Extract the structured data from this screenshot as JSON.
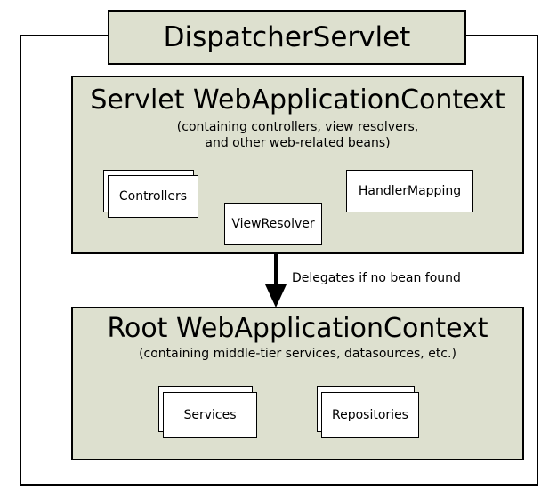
{
  "dispatcher": {
    "title": "DispatcherServlet"
  },
  "servlet_context": {
    "title": "Servlet WebApplicationContext",
    "subtitle_line1": "(containing controllers, view resolvers,",
    "subtitle_line2": "and other web-related beans)",
    "beans": {
      "controllers": "Controllers",
      "view_resolver": "ViewResolver",
      "handler_mapping": "HandlerMapping"
    }
  },
  "delegation": {
    "label": "Delegates if no bean found"
  },
  "root_context": {
    "title": "Root WebApplicationContext",
    "subtitle": "(containing middle-tier services, datasources, etc.)",
    "beans": {
      "services": "Services",
      "repositories": "Repositories"
    }
  },
  "colors": {
    "context_fill": "#dde0cf",
    "bean_fill": "#ffffff",
    "stroke": "#000000"
  }
}
